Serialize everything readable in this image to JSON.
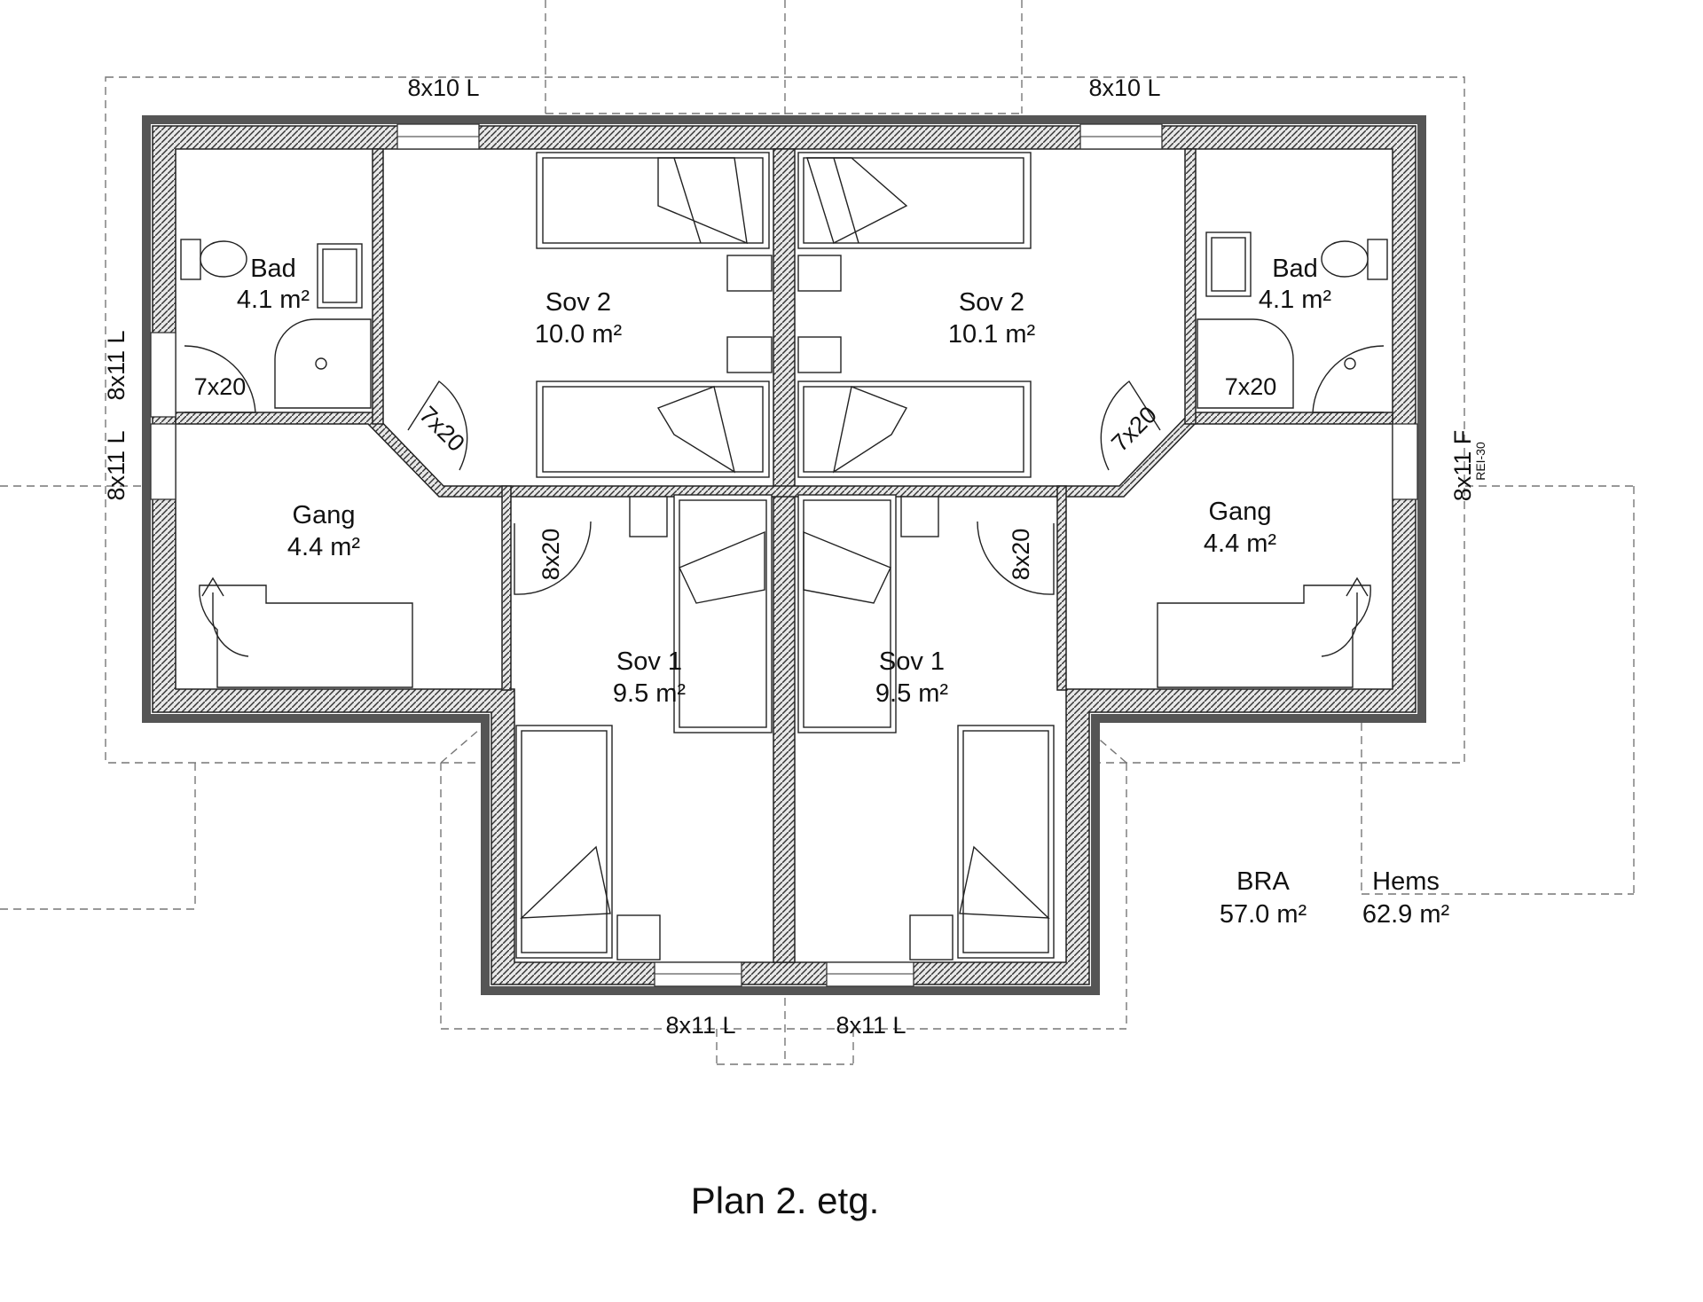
{
  "rooms": {
    "bad_left": {
      "name": "Bad",
      "area": "4.1 m²"
    },
    "bad_right": {
      "name": "Bad",
      "area": "4.1 m²"
    },
    "sov2_left": {
      "name": "Sov 2",
      "area": "10.0 m²"
    },
    "sov2_right": {
      "name": "Sov 2",
      "area": "10.1 m²"
    },
    "gang_left": {
      "name": "Gang",
      "area": "4.4 m²"
    },
    "gang_right": {
      "name": "Gang",
      "area": "4.4 m²"
    },
    "sov1_left": {
      "name": "Sov 1",
      "area": "9.5 m²"
    },
    "sov1_right": {
      "name": "Sov 1",
      "area": "9.5 m²"
    }
  },
  "windows": {
    "top_left": "8x10 L",
    "top_right": "8x10 L",
    "left_upper": "8x11 L",
    "left_lower": "8x11 L",
    "right": "8x11 F",
    "right_rating": "REI-30",
    "bottom_left": "8x11 L",
    "bottom_right": "8x11 L"
  },
  "doors": {
    "bad_left": "7x20",
    "bad_right": "7x20",
    "sov2_left": "7x20",
    "sov2_right": "7x20",
    "sov1_left": "8x20",
    "sov1_right": "8x20"
  },
  "summary": {
    "bra_label": "BRA",
    "bra_value": "57.0 m²",
    "hems_label": "Hems",
    "hems_value": "62.9 m²"
  },
  "title": "Plan 2. etg."
}
